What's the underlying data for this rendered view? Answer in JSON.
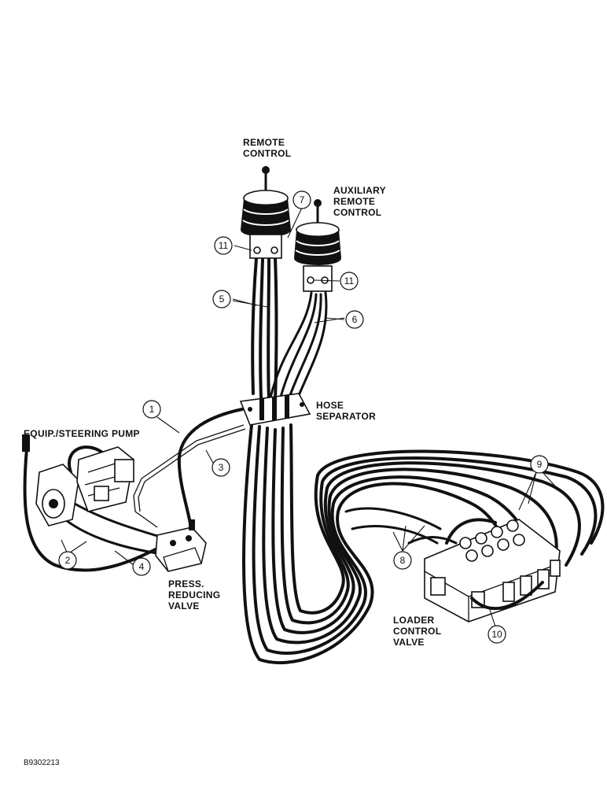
{
  "labels": {
    "remote_control": [
      "REMOTE",
      "CONTROL"
    ],
    "aux_remote_control": [
      "AUXILIARY",
      "REMOTE",
      "CONTROL"
    ],
    "hose_separator": [
      "HOSE",
      "SEPARATOR"
    ],
    "pump": [
      "EQUIP./STEERING PUMP"
    ],
    "press_reducing_valve": [
      "PRESS.",
      "REDUCING",
      "VALVE"
    ],
    "loader_control_valve": [
      "LOADER",
      "CONTROL",
      "VALVE"
    ]
  },
  "callouts": {
    "c1": "1",
    "c2": "2",
    "c3": "3",
    "c4": "4",
    "c5": "5",
    "c6": "6",
    "c7": "7",
    "c8": "8",
    "c9": "9",
    "c10": "10",
    "c11a": "11",
    "c11b": "11"
  },
  "figure_id": "B9302213"
}
